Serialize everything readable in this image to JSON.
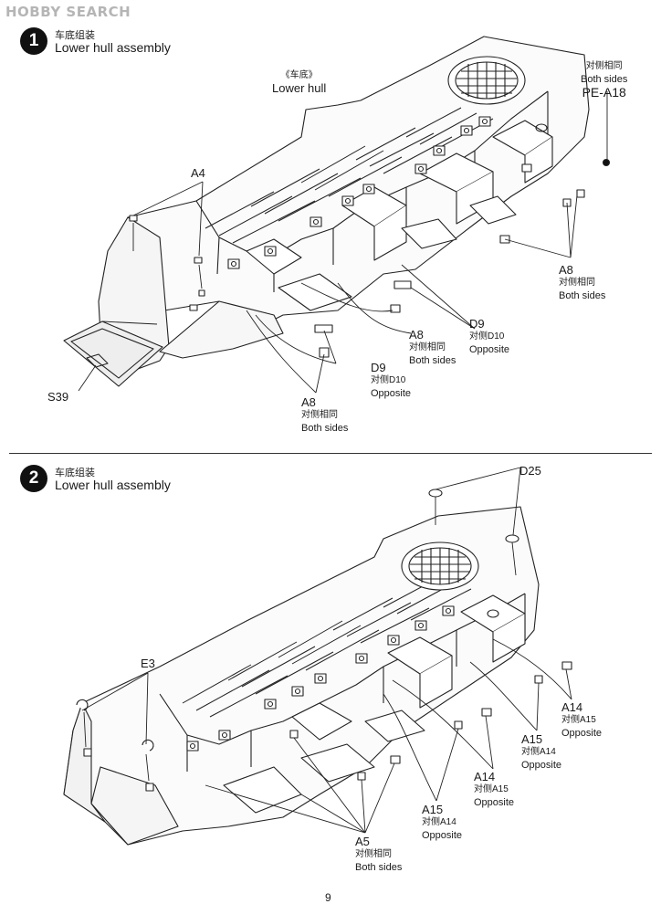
{
  "watermark": "HOBBY SEARCH",
  "steps": [
    {
      "number": "1",
      "title_cn": "车底组装",
      "title_en": "Lower hull assembly",
      "labels": {
        "lower_hull_cn": "《车底》",
        "lower_hull_en": "Lower hull",
        "pe_a18": {
          "cn": "对侧相同",
          "en": "Both sides",
          "code": "PE-A18"
        },
        "a4": "A4",
        "a8_right": {
          "code": "A8",
          "cn": "对侧相同",
          "en": "Both sides"
        },
        "a8_mid": {
          "code": "A8",
          "cn": "对侧相同",
          "en": "Both sides"
        },
        "d9_right": {
          "code": "D9",
          "cn": "对侧D10",
          "en": "Opposite"
        },
        "d9_mid": {
          "code": "D9",
          "cn": "对侧D10",
          "en": "Opposite"
        },
        "a8_bottom": {
          "code": "A8",
          "cn": "对侧相同",
          "en": "Both sides"
        },
        "s39": "S39"
      }
    },
    {
      "number": "2",
      "title_cn": "车底组装",
      "title_en": "Lower hull assembly",
      "labels": {
        "d25": "D25",
        "e3": "E3",
        "a14_right": {
          "code": "A14",
          "cn": "对侧A15",
          "en": "Opposite"
        },
        "a15_right": {
          "code": "A15",
          "cn": "对侧A14",
          "en": "Opposite"
        },
        "a14_mid": {
          "code": "A14",
          "cn": "对侧A15",
          "en": "Opposite"
        },
        "a15_mid": {
          "code": "A15",
          "cn": "对侧A14",
          "en": "Opposite"
        },
        "a5": {
          "code": "A5",
          "cn": "对侧相同",
          "en": "Both sides"
        }
      }
    }
  ],
  "footer_page": "9"
}
